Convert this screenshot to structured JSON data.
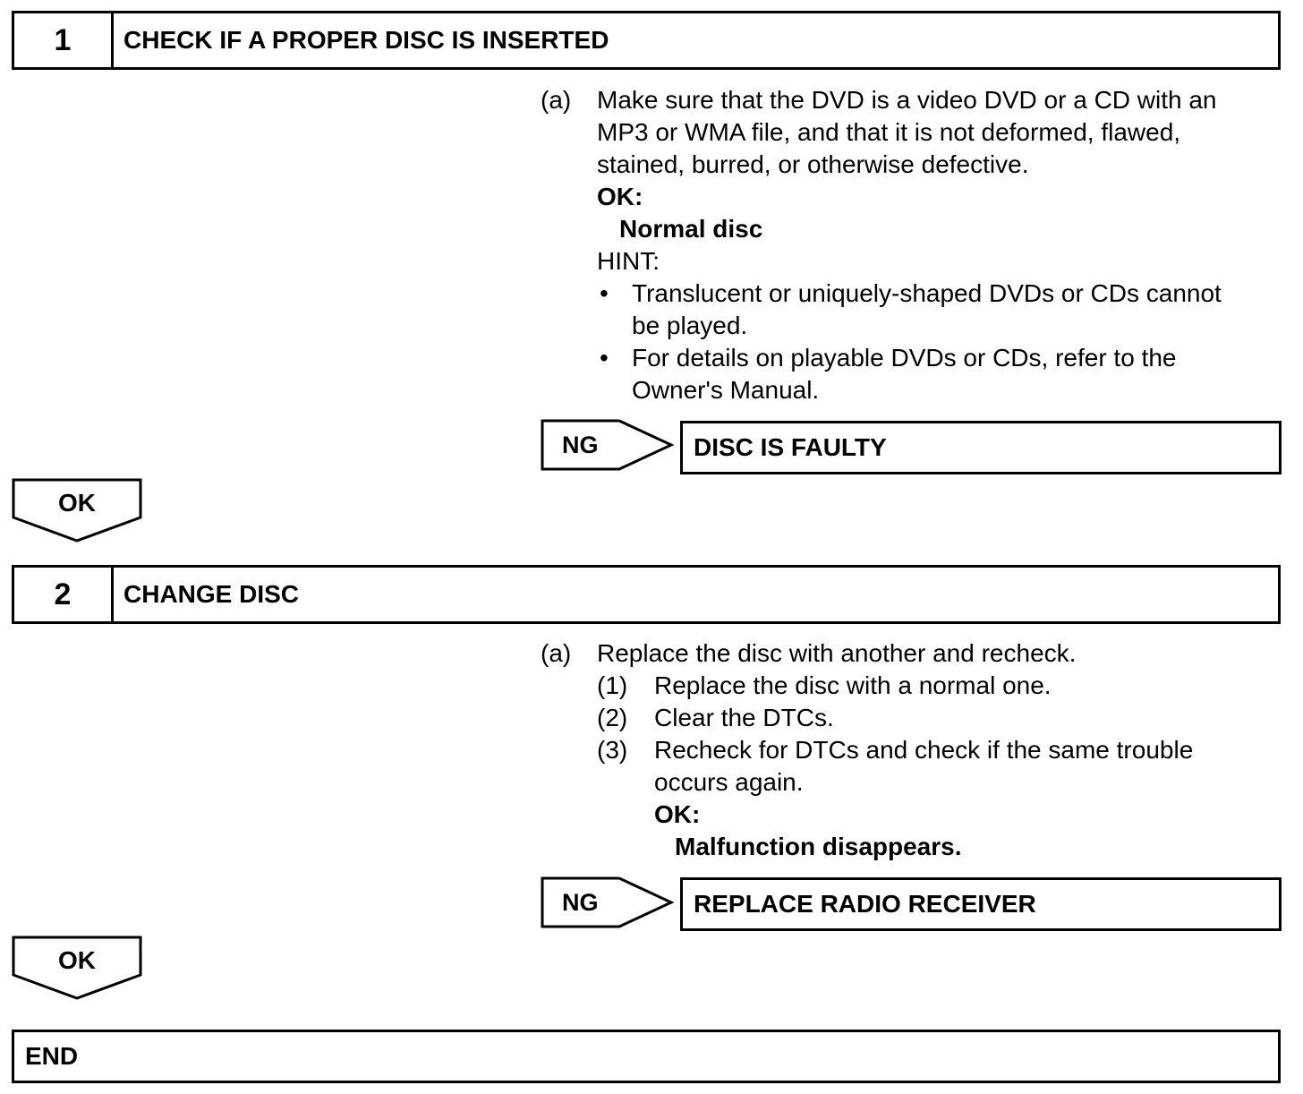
{
  "step1": {
    "number": "1",
    "title": "CHECK IF A PROPER DISC IS INSERTED",
    "marker": "(a)",
    "text_lines": [
      "Make sure that the DVD is a video DVD or a CD with an",
      "MP3 or WMA file, and that it is not deformed, flawed,",
      "stained, burred, or otherwise defective."
    ],
    "ok_label": "OK:",
    "ok_value": "Normal disc",
    "hint_label": "HINT:",
    "bullet_glyph": "•",
    "bullets": [
      [
        "Translucent or uniquely-shaped DVDs or CDs cannot",
        "be played."
      ],
      [
        "For details on playable DVDs or CDs, refer to the",
        "Owner's Manual."
      ]
    ],
    "ng_label": "NG",
    "ng_result": "DISC IS FAULTY",
    "ok_arrow": "OK"
  },
  "step2": {
    "number": "2",
    "title": "CHANGE DISC",
    "marker": "(a)",
    "text": "Replace the disc with another and recheck.",
    "substeps": [
      {
        "num": "(1)",
        "lines": [
          "Replace the disc with a normal one."
        ]
      },
      {
        "num": "(2)",
        "lines": [
          "Clear the DTCs."
        ]
      },
      {
        "num": "(3)",
        "lines": [
          "Recheck for DTCs and check if the same trouble",
          "occurs again."
        ]
      }
    ],
    "ok_label": "OK:",
    "ok_value": "Malfunction disappears.",
    "ng_label": "NG",
    "ng_result": "REPLACE RADIO RECEIVER",
    "ok_arrow": "OK"
  },
  "end_label": "END"
}
